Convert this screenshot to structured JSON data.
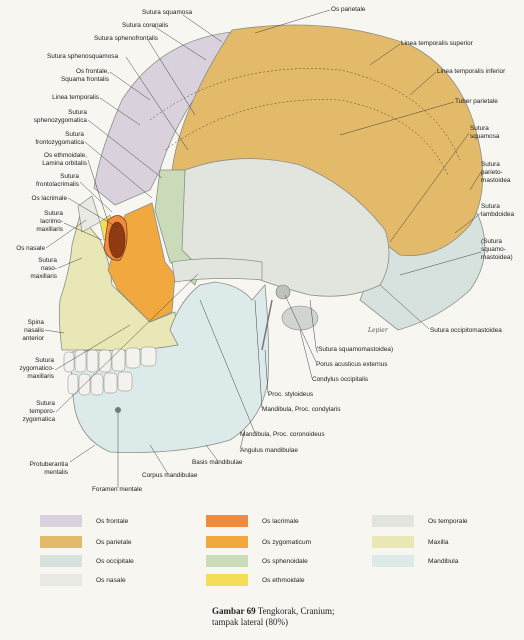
{
  "colors": {
    "frontale": "#d9d2dd",
    "parietale": "#e3b96a",
    "occipitale": "#d7e2df",
    "nasale": "#e9e9e4",
    "lacrimale": "#f08a3c",
    "zygomaticum": "#f1a83e",
    "sphenoidale": "#c9dbb9",
    "ethmoidale": "#f4de58",
    "temporale": "#e2e4de",
    "maxilla": "#e9e7b6",
    "mandibula": "#dceae9"
  },
  "labels": [
    "Os parietale",
    "Sutura squamosa",
    "Sutura coronalis",
    "Sutura sphenofrontalis",
    "Sutura sphenosquamosa",
    "Os frontale,",
    "Squama frontalis",
    "Linea temporalis",
    "Sutura",
    "sphenozygomatica",
    "Sutura",
    "frontozygomatica",
    "Os ethmoidale,",
    "Lamina orbitalis",
    "Sutura",
    "frontolacrimalis",
    "Os lacrimale",
    "Sutura",
    "lacrimo-",
    "maxillaris",
    "Os nasale",
    "Sutura",
    "naso-",
    "maxillaris",
    "Spina",
    "nasalis",
    "anterior",
    "Sutura",
    "zygomatico-",
    "maxillaris",
    "Sutura",
    "temporo-",
    "zygomatica",
    "Protuberantia",
    "mentalis",
    "Foramen mentale",
    "Corpus mandibulae",
    "Basis mandibulae",
    "Angulus mandibulae",
    "Mandibula, Proc. coronoideus",
    "Mandibula, Proc. condylaris",
    "Proc. styloideus",
    "Condylus occipitalis",
    "Porus acusticus externus",
    "(Sutura squamomastoidea)",
    "Sutura occipitomastoidea",
    "(Sutura",
    "squamo-",
    "mastoidea)",
    "Sutura",
    "lambdoidea",
    "Sutura",
    "parieto-",
    "mastoidea",
    "Sutura",
    "squamosa",
    "Tuber parietale",
    "Linea temporalis inferior",
    "Linea temporalis superior"
  ],
  "signature": "Lepier",
  "legend": [
    {
      "label": "Os frontale",
      "color": "#d9d2dd"
    },
    {
      "label": "Os parietale",
      "color": "#e3b96a"
    },
    {
      "label": "Os occipitale",
      "color": "#d7e2df"
    },
    {
      "label": "Os nasale",
      "color": "#e9e9e4"
    },
    {
      "label": "Os lacrimale",
      "color": "#f08a3c"
    },
    {
      "label": "Os zygomaticum",
      "color": "#f1a83e"
    },
    {
      "label": "Os sphenoidale",
      "color": "#c9dbb9"
    },
    {
      "label": "Os ethmoidale",
      "color": "#f4de58"
    },
    {
      "label": "Os temporale",
      "color": "#e2e4de"
    },
    {
      "label": "Maxilla",
      "color": "#e9e7b6"
    },
    {
      "label": "Mandibula",
      "color": "#dceae9"
    }
  ],
  "caption": {
    "figure": "Gambar 69",
    "line1": "Tengkorak, Cranium;",
    "line2": "tampak lateral (80%)"
  }
}
